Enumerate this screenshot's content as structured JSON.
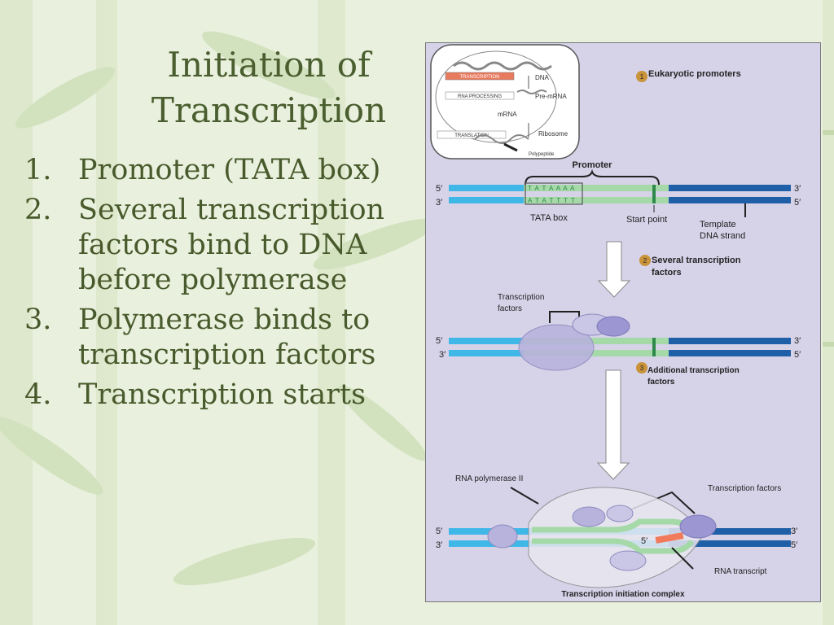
{
  "slide": {
    "title_line1": "Initiation of",
    "title_line2": "Transcription",
    "bullets": [
      {
        "num": "1.",
        "text": "Promoter (TATA box)"
      },
      {
        "num": "2.",
        "text": "Several transcription factors bind to DNA before polymerase"
      },
      {
        "num": "3.",
        "text": "Polymerase binds to transcription factors"
      },
      {
        "num": "4.",
        "text": "Transcription starts"
      }
    ]
  },
  "figure": {
    "inset": {
      "transcription": "TRANSCRIPTION",
      "rna_processing": "RNA PROCESSING",
      "translation": "TRANSLATION",
      "dna": "DNA",
      "pre_mrna": "Pre-mRNA",
      "mrna": "mRNA",
      "ribosome": "Ribosome",
      "polypeptide": "Polypeptide"
    },
    "step1": {
      "num": "1",
      "label": "Eukaryotic promoters"
    },
    "promoter": "Promoter",
    "tata_top": "T A T A A A A",
    "tata_bottom": "A T A T T T T",
    "tata_box": "TATA box",
    "start_point": "Start point",
    "template_line1": "Template",
    "template_line2": "DNA strand",
    "five_prime": "5′",
    "three_prime": "3′",
    "step2": {
      "num": "2",
      "line1": "Several transcription",
      "line2": "factors"
    },
    "tf_line1": "Transcription",
    "tf_line2": "factors",
    "step3": {
      "num": "3",
      "line1": "Additional transcription",
      "line2": "factors"
    },
    "rna_polymerase": "RNA polymerase II",
    "transcription_factors": "Transcription factors",
    "rna_transcript": "RNA transcript",
    "complex": "Transcription initiation complex"
  },
  "colors": {
    "title": "#4a5e2f",
    "body_text": "#485a2c",
    "figure_bg": "#d6d2e8",
    "dna_light": "#3fb8e8",
    "dna_dark": "#1f5fa8",
    "promoter_green": "#a5d9a8",
    "tata_green": "#2e8a4a",
    "step_badge": "#c9933a",
    "protein": "#b7b3dc",
    "rna": "#f07a5a"
  }
}
